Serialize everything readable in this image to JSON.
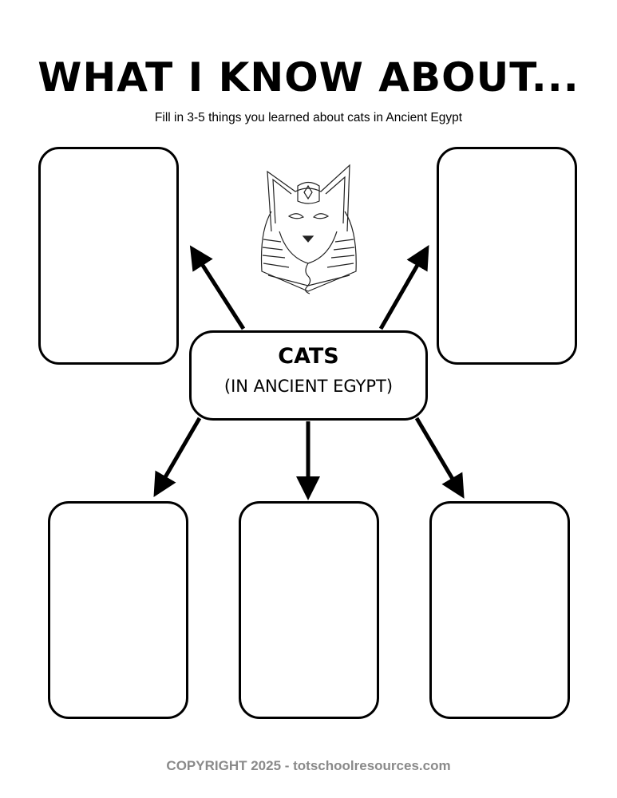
{
  "header": {
    "title": "WHAT I KNOW ABOUT...",
    "subtitle": "Fill in 3-5 things you learned about cats in Ancient Egypt"
  },
  "center": {
    "title": "CATS",
    "subtitle": "(IN ANCIENT EGYPT)"
  },
  "illustration": "egyptian-cat-icon",
  "footer": {
    "copyright": "COPYRIGHT 2025 - totschoolresources.com"
  }
}
